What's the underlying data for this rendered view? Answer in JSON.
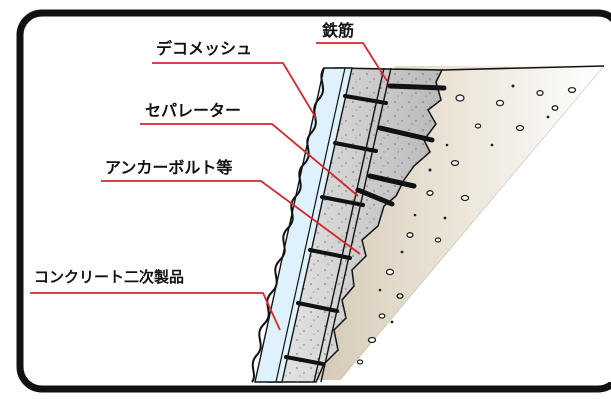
{
  "diagram": {
    "labels": {
      "deco_mesh": "デコメッシュ",
      "rebar": "鉄筋",
      "separator": "セパレーター",
      "anchor_bolt": "アンカーボルト等",
      "concrete_product": "コンクリート二次製品"
    },
    "colors": {
      "frame": "#111111",
      "leader": "#d4272e",
      "panel": "#dff1fc",
      "concrete": "#c9c9c9",
      "soil": "#e2d8c8",
      "bars": "#111111"
    },
    "icons": [
      "deco-mesh-wave-icon",
      "rebar-line-icon"
    ]
  }
}
